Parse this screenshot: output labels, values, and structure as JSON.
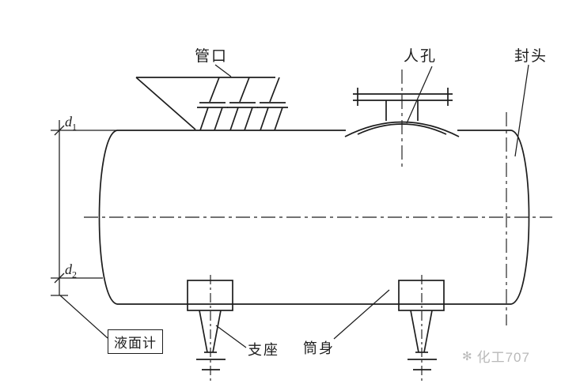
{
  "drawing": {
    "labels": {
      "nozzle": "管口",
      "manhole": "人孔",
      "head": "封头",
      "d1_base": "d",
      "d1_sub": "1",
      "d2_base": "d",
      "d2_sub": "2",
      "level_gauge": "液面计",
      "support": "支座",
      "shell": "筒身"
    },
    "watermark": {
      "icon": "✻",
      "text": "化工707"
    },
    "colors": {
      "line": "#1d1d1d",
      "watermark": "#b9b9b9",
      "background": "#ffffff"
    }
  }
}
